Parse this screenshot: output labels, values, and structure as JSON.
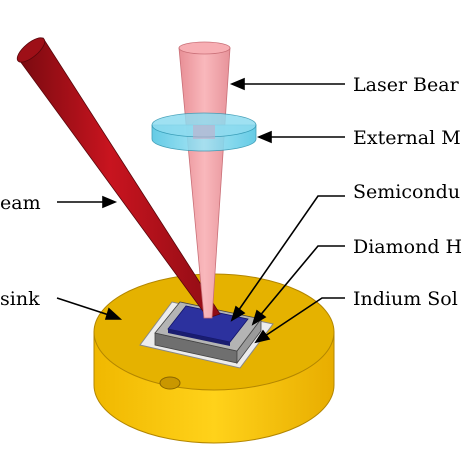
{
  "labels": {
    "laser_beam": "Laser Bear",
    "external_mirror": "External M",
    "semiconductor": "Semicondu",
    "diamond": "Diamond H",
    "indium": "Indium Sol",
    "pump_beam": "eam",
    "heatsink": "sink"
  },
  "colors": {
    "pump_beam": "#b5121b",
    "laser_beam": "#f4a3a8",
    "mirror": "#6fd3ec",
    "heatsink_top": "#e6b300",
    "heatsink_side": "#f5c400",
    "indium": "#e6e6e6",
    "diamond": "#8a8a8a",
    "chip": "#2a2f9e"
  }
}
